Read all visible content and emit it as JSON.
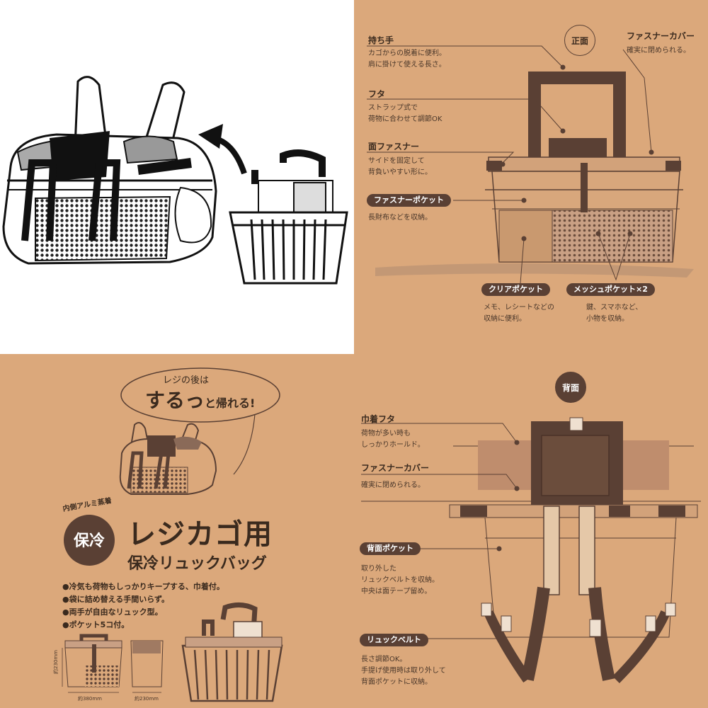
{
  "front": {
    "view_badge": "正面",
    "handle": {
      "title": "持ち手",
      "desc": [
        "カゴからの脱着に便利。",
        "肩に掛けて使える長さ。"
      ]
    },
    "lid": {
      "title": "フタ",
      "desc": [
        "ストラップ式で",
        "荷物に合わせて調節OK"
      ]
    },
    "side_zip": {
      "title": "面ファスナー",
      "desc": [
        "サイドを固定して",
        "背負いやすい形に。"
      ]
    },
    "zip_pocket": {
      "title": "ファスナーポケット",
      "desc": [
        "長財布などを収納。"
      ]
    },
    "zip_cover": {
      "title": "ファスナーカバー",
      "desc": [
        "確実に閉められる。"
      ]
    },
    "clear_pocket": {
      "title": "クリアポケット",
      "desc": [
        "メモ、レシートなどの",
        "収納に便利。"
      ]
    },
    "mesh_pocket": {
      "title": "メッシュポケット×2",
      "desc": [
        "鍵、スマホなど、",
        "小物を収納。"
      ]
    }
  },
  "promo": {
    "bubble_top": "レジの後は",
    "bubble_main_big": "するっ",
    "bubble_main_rest": "と帰れる!",
    "tag_aluminum": "内側アルミ蒸着",
    "badge_cool": "保冷",
    "title_line1": "レジカゴ用",
    "title_line2": "保冷リュックバッグ",
    "features": [
      "●冷気も荷物もしっかりキープする、巾着付。",
      "●袋に詰め替える手間いらず。",
      "●両手が自由なリュック型。",
      "●ポケット5コ付。"
    ],
    "dim_height": "約230mm",
    "dim_width": "約380mm",
    "dim_depth": "約230mm"
  },
  "back": {
    "view_badge": "背面",
    "drawstring_lid": {
      "title": "巾着フタ",
      "desc": [
        "荷物が多い時も",
        "しっかりホールド。"
      ]
    },
    "zip_cover": {
      "title": "ファスナーカバー",
      "desc": [
        "確実に閉められる。"
      ]
    },
    "back_pocket": {
      "title": "背面ポケット",
      "desc": [
        "取り外した",
        "リュックベルトを収納。",
        "中央は面テープ留め。"
      ]
    },
    "backpack_belt": {
      "title": "リュックベルト",
      "desc": [
        "長さ調節OK。",
        "手提げ使用時は取り外して",
        "背面ポケットに収納。"
      ]
    }
  },
  "colors": {
    "kraft": "#dba87b",
    "dark_brown": "#5a4034",
    "light_panel": "#c9a084"
  }
}
